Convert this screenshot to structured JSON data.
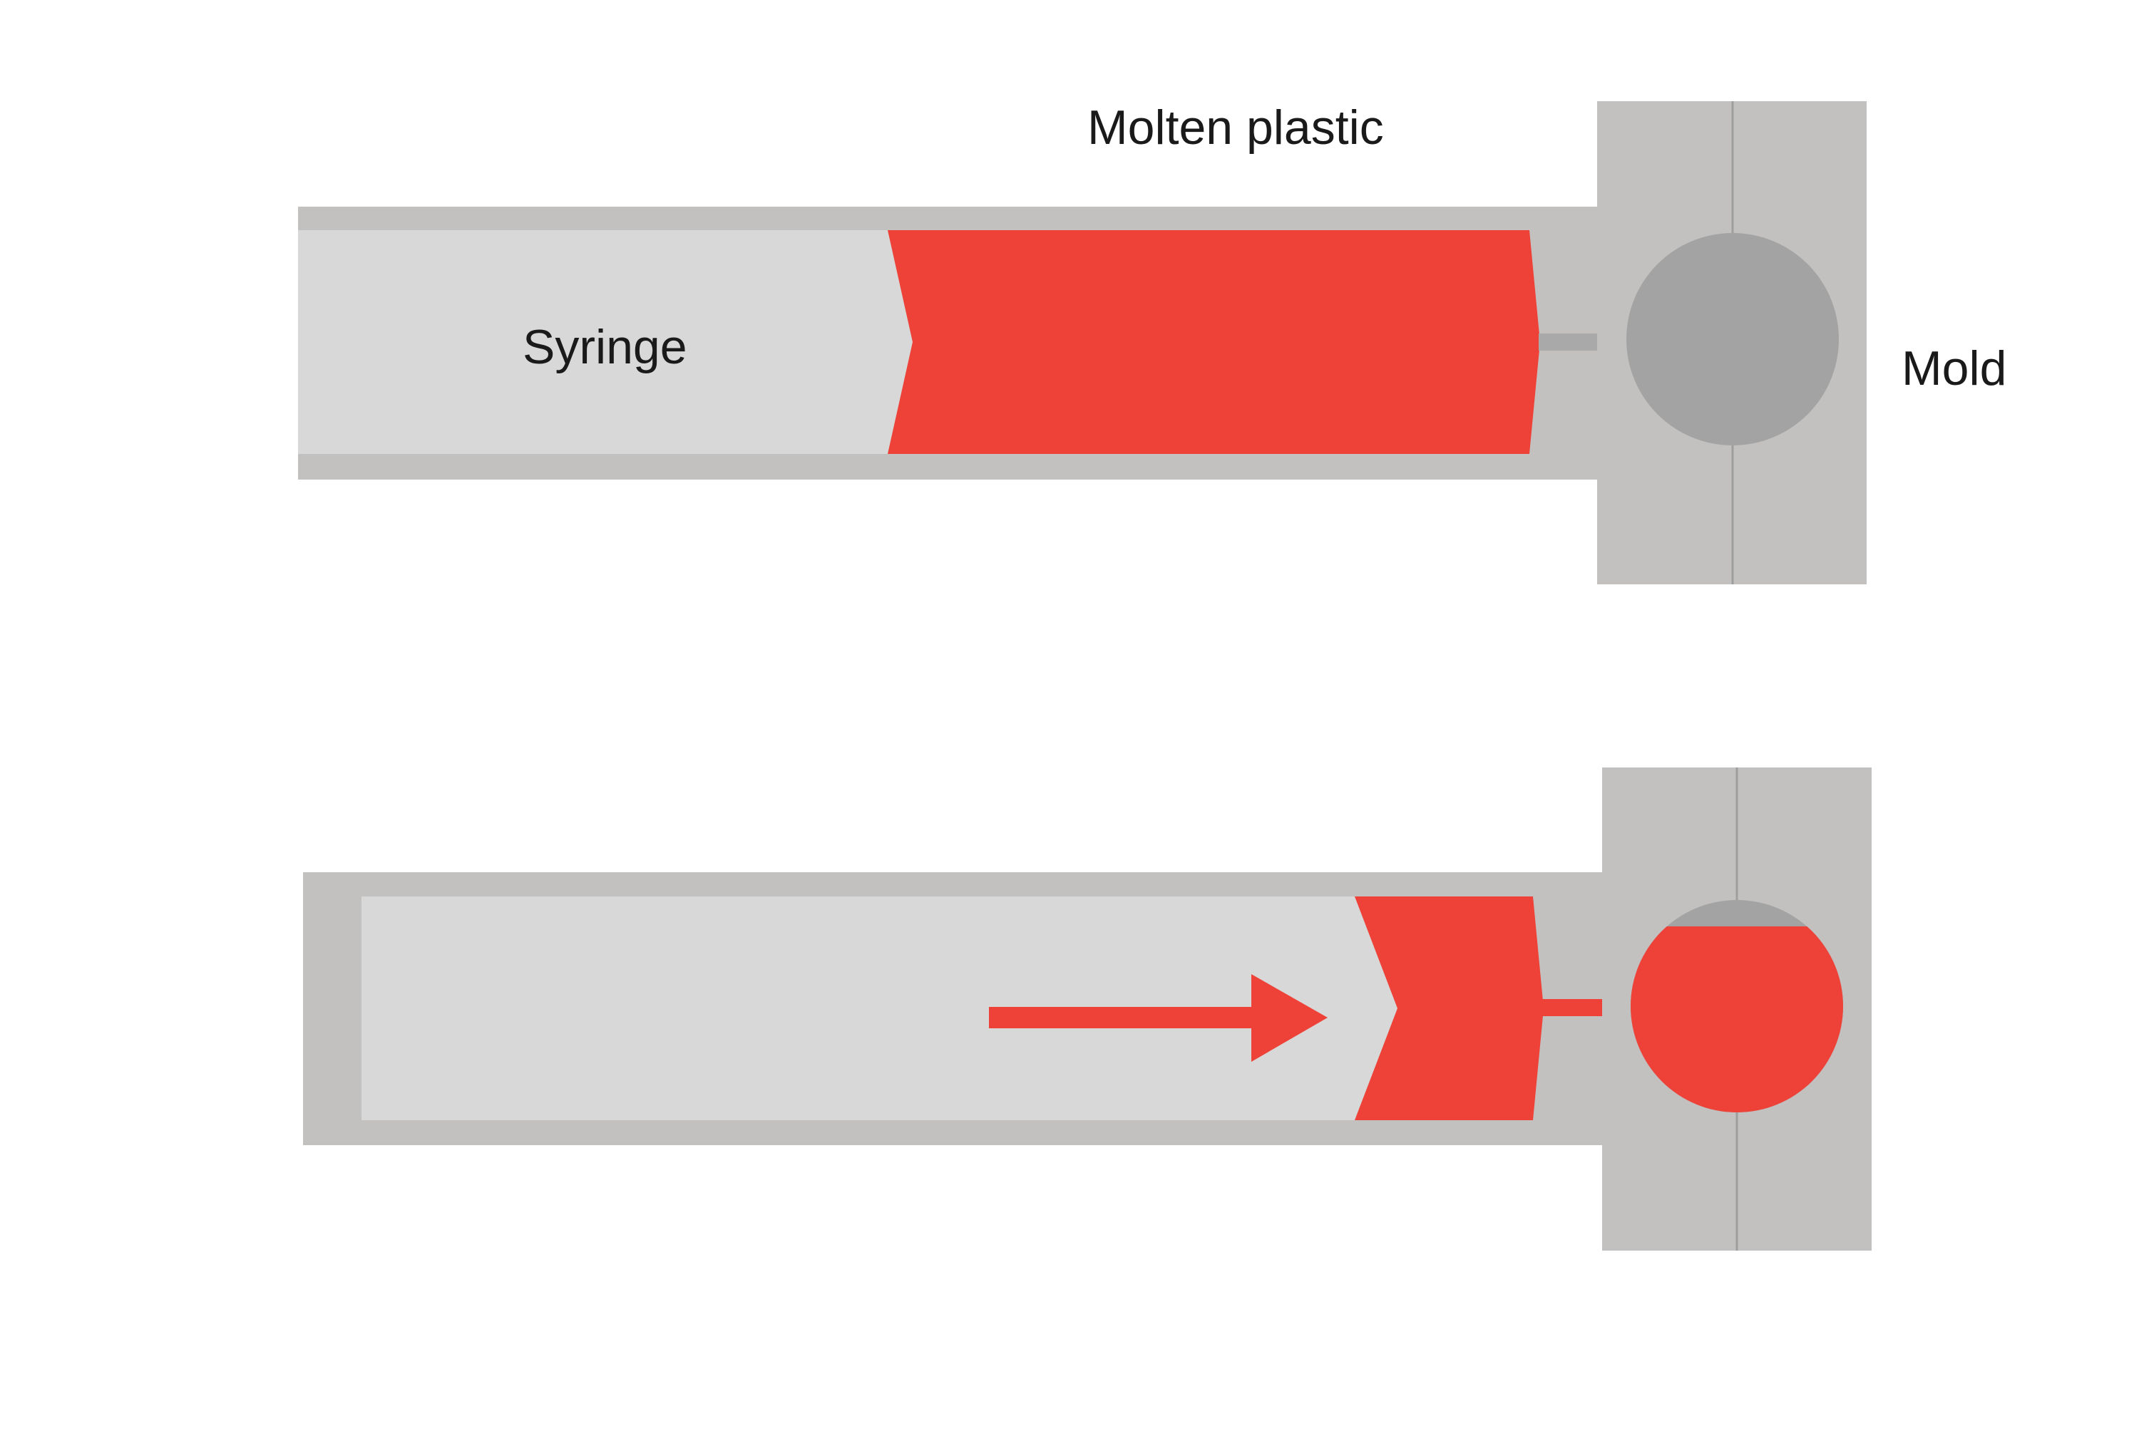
{
  "labels": {
    "molten_plastic": "Molten plastic",
    "syringe": "Syringe",
    "mold": "Mold"
  },
  "colors": {
    "barrel_outer": "#c2c1bf",
    "barrel_inner": "#d8d8d8",
    "mold_body": "#c2c1bf",
    "mold_parting_line": "#9e9e9e",
    "cavity_empty": "#a3a3a3",
    "nozzle": "#a9a9a9",
    "molten_plastic": "#ee4238",
    "background": "#ffffff"
  },
  "icons": {
    "push_direction": "arrow-right-icon"
  }
}
